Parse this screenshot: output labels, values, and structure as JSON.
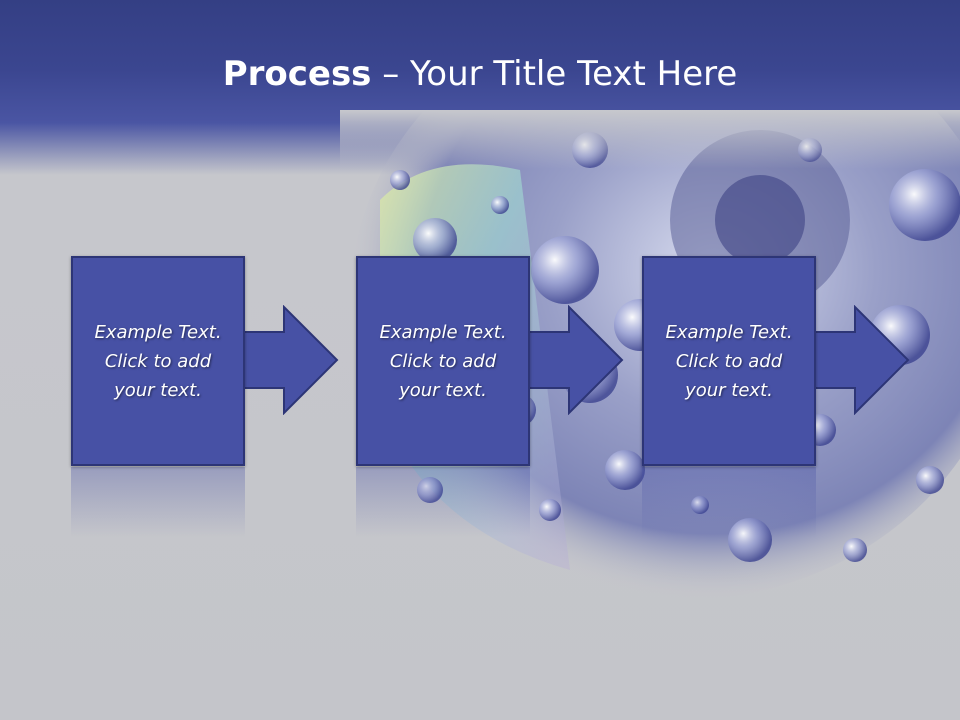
{
  "slide": {
    "title_bold": "Process",
    "title_rest": " – Your Title Text Here"
  },
  "steps": [
    {
      "text": "Example Text.\nClick  to add\nyour text."
    },
    {
      "text": "Example Text.\nClick  to add\nyour text."
    },
    {
      "text": "Example Text.\nClick  to add\nyour text."
    }
  ],
  "colors": {
    "header": "#3b4690",
    "box_fill": "#4751a5",
    "box_border": "#2d3576",
    "background": "#c7c8cd"
  },
  "icons": [
    "right-arrow-icon",
    "right-arrow-icon",
    "right-arrow-icon"
  ]
}
